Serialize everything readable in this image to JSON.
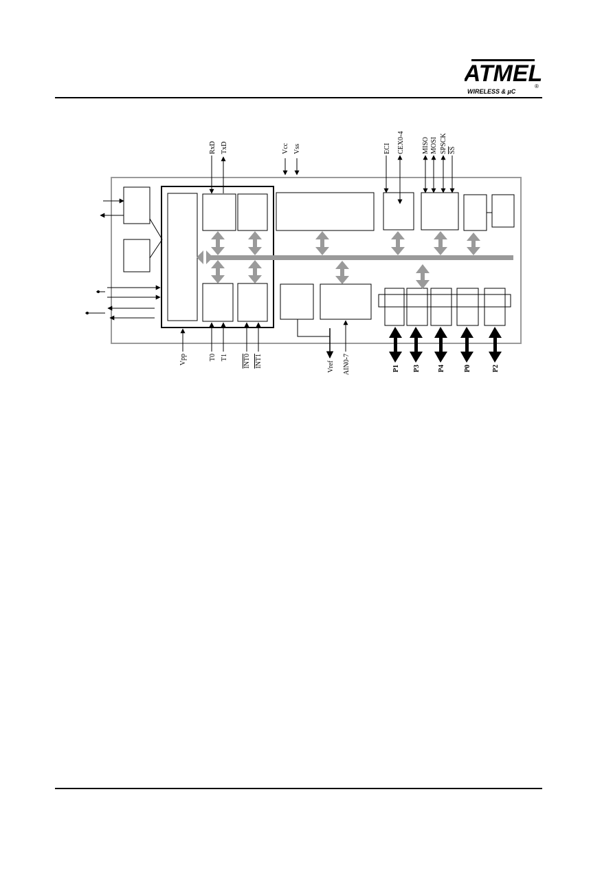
{
  "header": {
    "brand_logo": "ATMEL",
    "brand_tagline": "WIRELESS & µC",
    "registered_mark": "®"
  },
  "pins": {
    "top": {
      "rxd": "RxD",
      "txd": "TxD",
      "vcc": "Vcc",
      "vss": "Vss",
      "eci": "ECI",
      "cex": "CEX0-4",
      "miso": "MISO",
      "mosi": "MOSI",
      "spsck": "SPSCK",
      "ss": "SS"
    },
    "bottom": {
      "vpp": "Vpp",
      "t0": "T0",
      "t1": "T1",
      "int0": "INT0",
      "int1": "INT1",
      "vref": "Vref",
      "ain": "AIN0-7",
      "p1": "P1",
      "p3": "P3",
      "p4": "P4",
      "p0": "P0",
      "p2": "P2"
    }
  },
  "colors": {
    "bus": "#9a9a9a",
    "outline": "#000000",
    "chip_border": "#9a9a9a"
  }
}
